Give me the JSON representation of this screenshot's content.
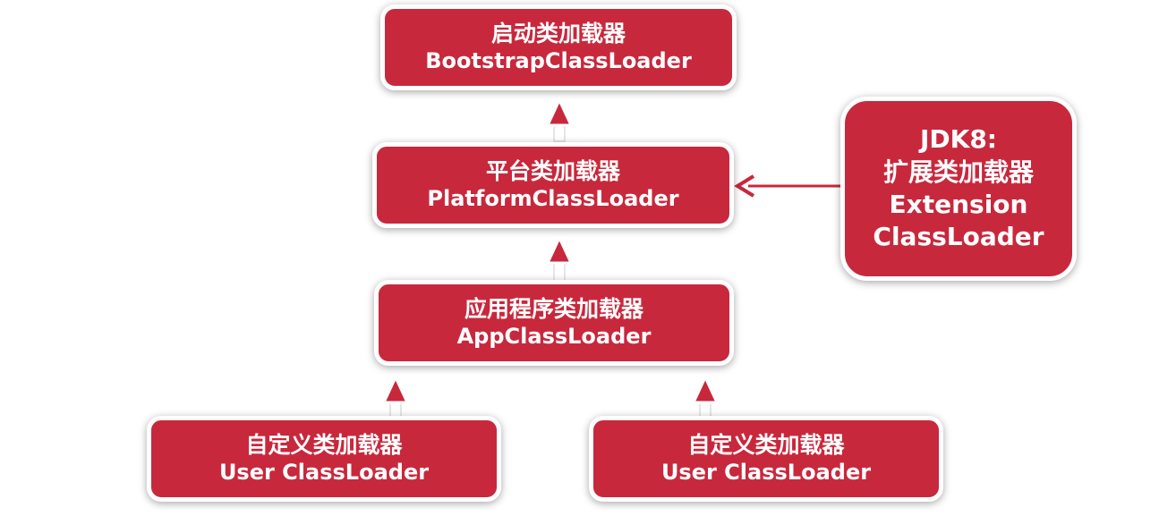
{
  "nodes": {
    "bootstrap": {
      "cn": "启动类加载器",
      "en": "BootstrapClassLoader"
    },
    "platform": {
      "cn": "平台类加载器",
      "en": "PlatformClassLoader"
    },
    "app": {
      "cn": "应用程序类加载器",
      "en": "AppClassLoader"
    },
    "user_left": {
      "cn": "自定义类加载器",
      "en": "User ClassLoader"
    },
    "user_right": {
      "cn": "自定义类加载器",
      "en": "User ClassLoader"
    },
    "extension": {
      "line1": "JDK8:",
      "line2": "扩展类加载器",
      "line3": "Extension",
      "line4": "ClassLoader"
    }
  },
  "colors": {
    "box_fill": "#c8283c",
    "text": "#ffffff",
    "arrow": "#c8283c"
  }
}
